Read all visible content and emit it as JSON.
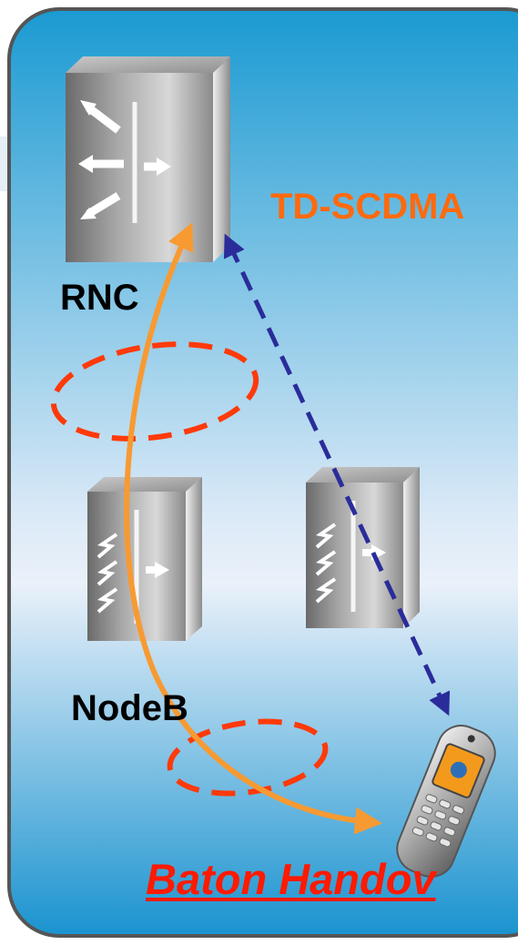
{
  "diagram": {
    "rnc_label": "RNC",
    "nodeb_label": "NodeB",
    "technology_label": "TD-SCDMA",
    "handover_label": "Baton Handov"
  },
  "colors": {
    "panel_top": "#1a9ad2",
    "panel_bottom": "#f2f6fb",
    "panel_border": "#555555",
    "signaling_arrow": "#f79a32",
    "data_link_arrow": "#2a2c9a",
    "dashed_ellipse": "#ff3a0a",
    "technology_label": "#ff6a0e",
    "handover_label": "#ff1a00"
  },
  "icons": [
    "rnc-server-icon",
    "nodeb-server-icon",
    "mobile-phone-icon"
  ]
}
